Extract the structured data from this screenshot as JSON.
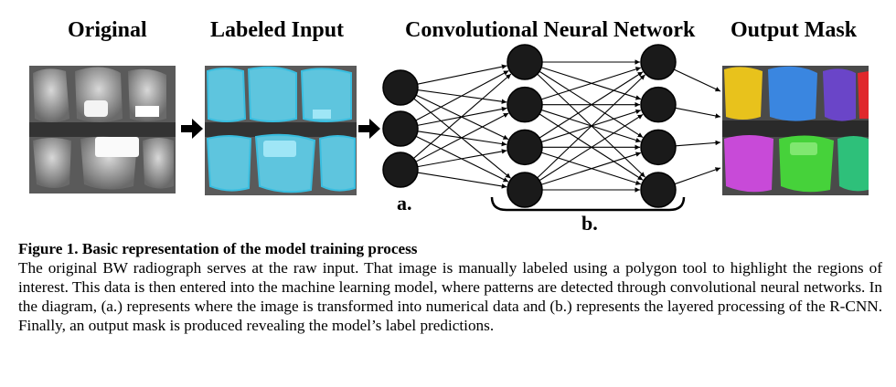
{
  "headings": {
    "original": "Original",
    "labeled_input": "Labeled Input",
    "cnn": "Convolutional Neural Network",
    "output_mask": "Output Mask"
  },
  "labels": {
    "a": "a.",
    "b": "b."
  },
  "caption": {
    "title": "Figure 1. Basic representation of the model training process",
    "body": "The original BW radiograph serves at the raw input. That image is manually labeled using a polygon tool to highlight the regions of interest. This data is then entered into the machine learning model, where  patterns are detected through convolutional neural networks. In the diagram, (a.) represents where the image is transformed into numerical data and (b.) represents the layered processing of the R-CNN.  Finally, an output mask is produced revealing the model’s label predictions."
  },
  "network": {
    "layers": [
      3,
      4,
      4
    ]
  },
  "colors": {
    "label_cyan": "#38c4e8",
    "mask_yellow": "#e8c21c",
    "mask_blue": "#3a86e0",
    "mask_purple": "#6a45c8",
    "mask_red": "#e0282c",
    "mask_magenta": "#c84ad8",
    "mask_green": "#46d23a",
    "mask_teal": "#2ec07a"
  }
}
